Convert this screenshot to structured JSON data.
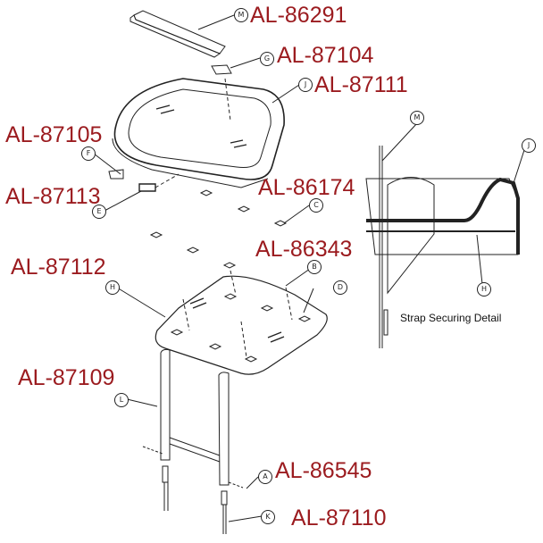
{
  "diagram": {
    "type": "exploded-parts-diagram",
    "label_color": "#9b1b1f",
    "parts": [
      {
        "callout": "M",
        "part_number": "AL-86291"
      },
      {
        "callout": "G",
        "part_number": "AL-87104"
      },
      {
        "callout": "J",
        "part_number": "AL-87111"
      },
      {
        "callout": "F",
        "part_number": "AL-87105"
      },
      {
        "callout": "E",
        "part_number": "AL-87113"
      },
      {
        "callout": "C",
        "part_number": "AL-86174"
      },
      {
        "callout": "B",
        "part_number": "AL-86343"
      },
      {
        "callout": "H",
        "part_number": "AL-87112"
      },
      {
        "callout": "D",
        "part_number": ""
      },
      {
        "callout": "L",
        "part_number": "AL-87109"
      },
      {
        "callout": "A",
        "part_number": "AL-86545"
      },
      {
        "callout": "K",
        "part_number": "AL-87110"
      }
    ],
    "detail": {
      "caption": "Strap Securing Detail",
      "callouts": [
        "M",
        "J",
        "H"
      ]
    }
  }
}
